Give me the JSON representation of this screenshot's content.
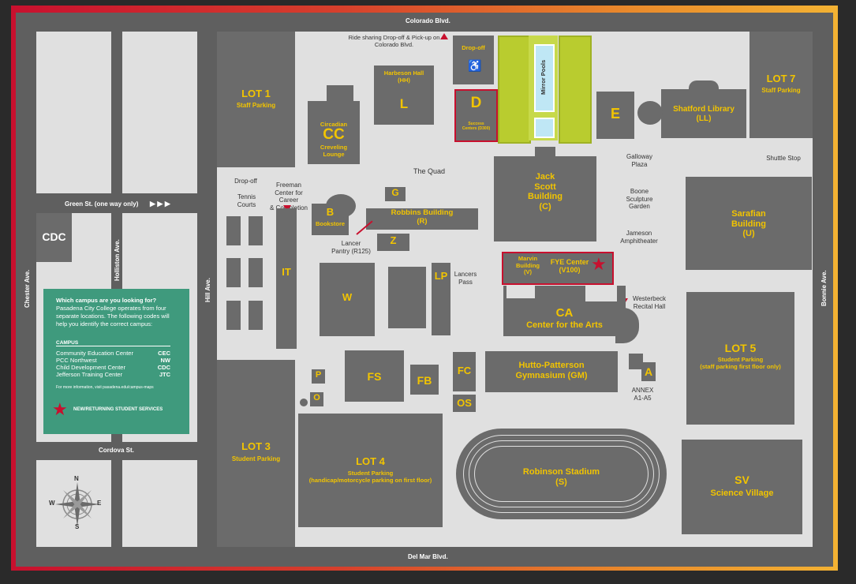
{
  "streets": {
    "top": "Colorado Blvd.",
    "bottom": "Del Mar Blvd.",
    "green": "Green St. (one way only)",
    "cordova": "Cordova St.",
    "chester": "Chester Ave.",
    "holliston": "Holliston Ave.",
    "hill": "Hill Ave.",
    "bonnie": "Bonnie Ave."
  },
  "green_arrows": "▶ ▶ ▶",
  "labels": {
    "ride_share": "Ride sharing Drop-off & Pick-up on Colorado Blvd.",
    "lot1_title": "LOT 1",
    "lot1_sub": "Staff Parking",
    "lot7_title": "LOT 7",
    "lot7_sub": "Staff Parking",
    "lot3_title": "LOT 3",
    "lot3_sub": "Student Parking",
    "lot4_title": "LOT 4",
    "lot4_sub": "Student Parking\n(handicap/motorcycle parking on first floor)",
    "lot5_title": "LOT 5",
    "lot5_sub": "Student Parking\n(staff parking first floor only)",
    "sv_title": "SV",
    "sv_sub": "Science Village",
    "harbeson": "Harbeson Hall\n(HH)",
    "l": "L",
    "cc_sub1": "Circadian",
    "cc": "CC",
    "cc_sub2": "Creveling\nLounge",
    "dropoff_top": "Drop-off",
    "d": "D",
    "d_sub": "Success\nCenters (D300)",
    "mirror_pools": "Mirror Pools",
    "e": "E",
    "shatford": "Shatford Library\n(LL)",
    "galloway": "Galloway\nPlaza",
    "shuttle": "Shuttle Stop",
    "quad": "The Quad",
    "jack_scott": "Jack\nScott\nBuilding\n(C)",
    "boone": "Boone\nSculpture\nGarden",
    "jameson": "Jameson\nAmphitheater",
    "sarafian": "Sarafian\nBuilding\n(U)",
    "dropoff_left": "Drop-off",
    "tennis": "Tennis\nCourts",
    "freeman": "Freeman\nCenter for Career\n& Completion",
    "g": "G",
    "b": "B",
    "bookstore": "Bookstore",
    "robbins": "Robbins Building\n(R)",
    "lancer_pantry": "Lancer\nPantry (R125)",
    "z": "Z",
    "marvin": "Marvin\nBuilding\n(V)",
    "fye": "FYE Center\n(V100)",
    "westerbeck": "Westerbeck\nRecital Hall",
    "it": "IT",
    "w": "W",
    "lp": "LP",
    "lancers_pass": "Lancers\nPass",
    "ca": "CA",
    "ca_sub": "Center for the Arts",
    "fc": "FC",
    "os": "OS",
    "fs": "FS",
    "fb": "FB",
    "p": "P",
    "o": "O",
    "hutto": "Hutto-Patterson\nGymnasium (GM)",
    "a": "A",
    "annex": "ANNEX\nA1-A5",
    "robinson": "Robinson Stadium\n(S)",
    "cdc": "CDC",
    "star": "★"
  },
  "infobox": {
    "question": "Which campus are you looking for?",
    "body": "Pasadena City College operates from four separate locations. The following codes will help you identify the correct campus:",
    "heading": "CAMPUS",
    "campuses": [
      {
        "name": "Community Education Center",
        "code": "CEC"
      },
      {
        "name": "PCC Northwest",
        "code": "NW"
      },
      {
        "name": "Child Development Center",
        "code": "CDC"
      },
      {
        "name": "Jefferson Training Center",
        "code": "JTC"
      }
    ],
    "more": "For more information, visit pasadena.edu/campus-maps",
    "legend": "NEW/RETURNING STUDENT SERVICES"
  },
  "compass": {
    "n": "N",
    "s": "S",
    "e": "E",
    "w": "W"
  },
  "colors": {
    "highlight": "#c8102e",
    "accent": "#f2c400",
    "info": "#3f9a7d"
  }
}
